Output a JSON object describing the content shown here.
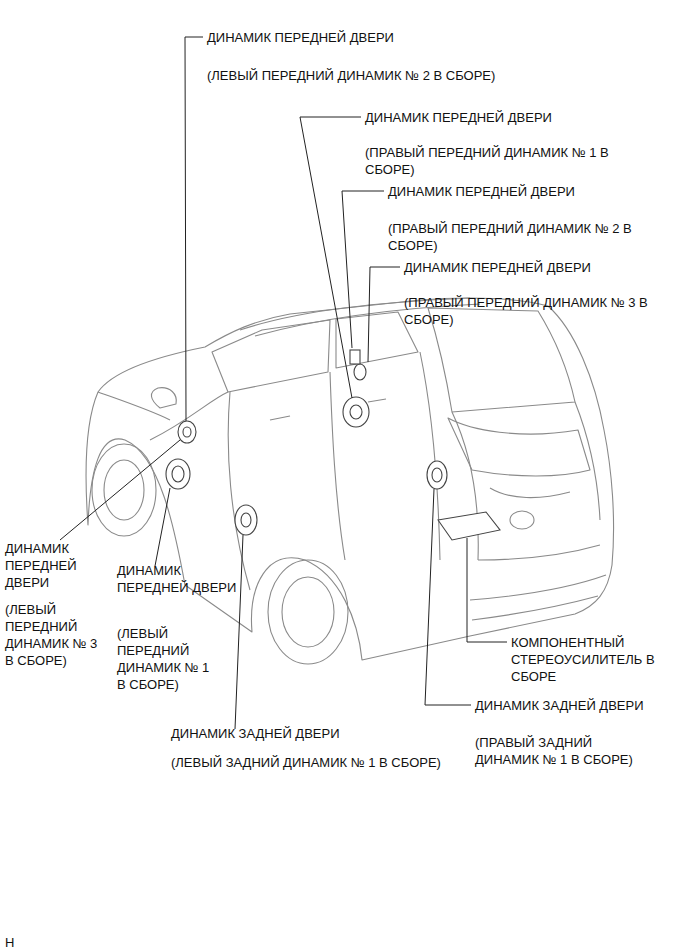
{
  "diagram": {
    "labels": [
      "ДИНАМИК ПЕРЕДНЕЙ ДВЕРИ",
      "(ЛЕВЫЙ ПЕРЕДНИЙ ДИНАМИК № 2 В СБОРЕ)",
      "ДИНАМИК ПЕРЕДНЕЙ ДВЕРИ",
      "(ПРАВЫЙ ПЕРЕДНИЙ ДИНАМИК № 1 В СБОРЕ)",
      "ДИНАМИК ПЕРЕДНЕЙ ДВЕРИ",
      "(ПРАВЫЙ ПЕРЕДНИЙ ДИНАМИК № 2 В СБОРЕ)",
      "ДИНАМИК ПЕРЕДНЕЙ ДВЕРИ",
      "(ПРАВЫЙ ПЕРЕДНИЙ ДИНАМИК № 3 В СБОРЕ)",
      "ДИНАМИК ПЕРЕДНЕЙ ДВЕРИ",
      "(ЛЕВЫЙ ПЕРЕДНИЙ ДИНАМИК № 3 В СБОРЕ)",
      "ДИНАМИК ПЕРЕДНЕЙ ДВЕРИ",
      "(ЛЕВЫЙ ПЕРЕДНИЙ ДИНАМИК № 1 В СБОРЕ)",
      "КОМПОНЕНТНЫЙ СТЕРЕОУСИЛИТЕЛЬ В СБОРЕ",
      "ДИНАМИК ЗАДНЕЙ ДВЕРИ",
      "(ПРАВЫЙ ЗАДНИЙ ДИНАМИК № 1 В СБОРЕ)",
      "ДИНАМИК ЗАДНЕЙ ДВЕРИ",
      "(ЛЕВЫЙ ЗАДНИЙ ДИНАМИК № 1 В СБОРЕ)",
      "H"
    ]
  }
}
